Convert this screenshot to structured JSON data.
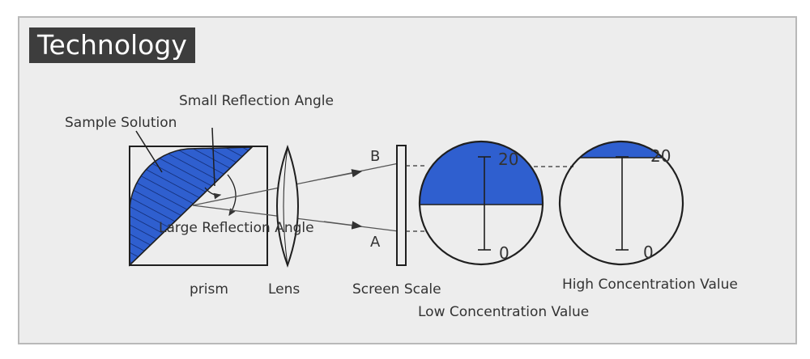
{
  "title": "Technology",
  "labels": {
    "small_reflection_angle": "Small Reflection Angle",
    "sample_solution": "Sample Solution",
    "large_reflection_angle": "Large Reflection Angle",
    "prism": "prism",
    "lens": "Lens",
    "screen_scale": "Screen Scale",
    "high_concentration_value": "High Concentration Value",
    "low_concentration_value": "Low Concentration Value",
    "point_b": "B",
    "point_a": "A"
  },
  "scale_low": {
    "top_value": "20",
    "bottom_value": "0",
    "fill_fraction": 0.51
  },
  "scale_high": {
    "top_value": "20",
    "bottom_value": "0",
    "fill_fraction": 0.13
  },
  "colors": {
    "fill": "#2f5fcf",
    "stroke": "#1f1f1f",
    "background": "#ededed",
    "title_bg": "#3d3d3d"
  }
}
